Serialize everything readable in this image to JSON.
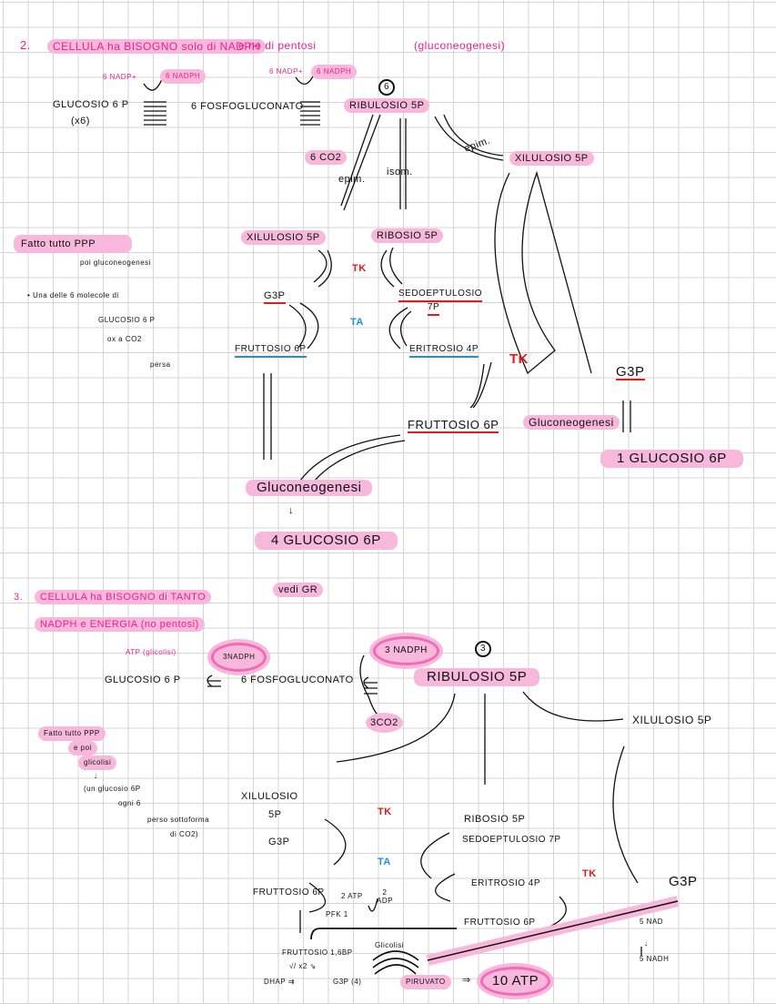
{
  "section2": {
    "number": "2.",
    "title_a": "CELLULA ha BISOGNO solo di NADPH",
    "title_b": "e no di pentosi",
    "title_c": "(gluconeogenesi)",
    "nadp1": "6 NADP+",
    "nadph1": "6 NADPH",
    "nadp2": "6 NADP+",
    "nadph2": "6 NADPH",
    "g6p": "GLUCOSIO 6 P",
    "x6": "(x6)",
    "fosfogluconato": "6 FOSFOGLUCONATO",
    "count": "6",
    "ribulosio": "RIBULOSIO 5P",
    "co2": "6 CO2",
    "epim1": "epim.",
    "isom": "isom.",
    "epim2": "epim.",
    "xilulosio_right": "XILULOSIO 5P",
    "note1": "Fatto tutto PPP",
    "note2": "poi gluconeogenesi",
    "note3": "• Una delle 6 molecole di",
    "note4": "GLUCOSIO 6 P",
    "note5": "ox a CO2",
    "note6": "persa",
    "xilulosio": "XILULOSIO 5P",
    "ribosio": "RIBOSIO 5P",
    "tk1": "TK",
    "g3p": "G3P",
    "sedo": "SEDOEPTULOSIO",
    "sedo7p": "7P",
    "ta": "TA",
    "fruttosio6p": "FRUTTOSIO 6P",
    "eritrosio": "ERITROSIO 4P",
    "tk2": "TK",
    "g3p_right": "G3P",
    "gluconeo_right": "Gluconeogenesi",
    "result_right": "1 GLUCOSIO 6P",
    "fruttosio6p_2": "FRUTTOSIO 6P",
    "gluconeo": "Gluconeogenesi",
    "arrow": "↓",
    "result": "4 GLUCOSIO 6P"
  },
  "section3": {
    "number": "3.",
    "title_a": "CELLULA ha BISOGNO di TANTO",
    "vedi": "vedi GR",
    "title_b": "NADPH e ENERGIA (no pentosi)",
    "atp": "ATP (glicolisi)",
    "nadph1": "3NADPH",
    "nadph2": "3 NADPH",
    "count": "3",
    "g6p": "GLUCOSIO 6 P",
    "fosfogluconato": "6 FOSFOGLUCONATO",
    "ribulosio": "RIBULOSIO 5P",
    "co2": "3CO2",
    "xilulosio_right": "XILULOSIO 5P",
    "note1": "Fatto tutto PPP",
    "note2": "e poi",
    "note3": "glicolisi",
    "note_arrow": "↓",
    "note4": "(un glucosio 6P",
    "note5": "ogni 6",
    "note6": "perso sottoforma",
    "note7": "di CO2)",
    "xilulosio_a": "XILULOSIO",
    "xilulosio_b": "5P",
    "ribosio": "RIBOSIO 5P",
    "tk1": "TK",
    "g3p": "G3P",
    "sedo": "SEDOEPTULOSIO 7P",
    "ta": "TA",
    "fruttosio6p": "FRUTTOSIO 6P",
    "atp2": "2 ATP",
    "adp2": "2 ADP",
    "eritrosio": "ERITROSIO 4P",
    "tk2": "TK",
    "g3p_right": "G3P",
    "pfk": "PFK 1",
    "fruttosio6p_2": "FRUTTOSIO 6P",
    "nad": "5 NAD",
    "nad_arrow": "↓",
    "nadh": "5 NADH",
    "fbp": "FRUTTOSIO 1,6BP",
    "split": "√/ x2 ⇘",
    "dhap": "DHAP ⇉",
    "g3p4": "G3P (4)",
    "glicolisi": "Glicolisi",
    "piruvato": "PIRUVATO",
    "yields": "⇒",
    "atp10": "10 ATP"
  }
}
